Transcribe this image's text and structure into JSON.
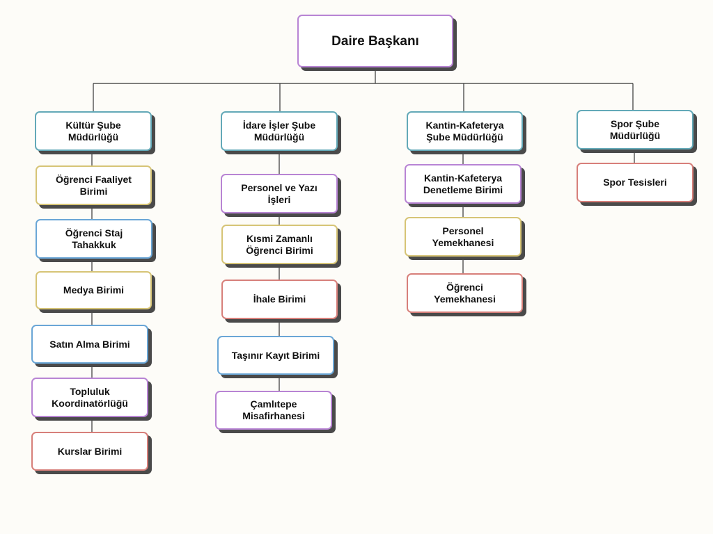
{
  "root": {
    "label": "Daire Başkanı",
    "color": "#b884d4"
  },
  "branches": [
    {
      "label": "Kültür Şube Müdürlüğü",
      "color": "#63a9b8",
      "children": [
        {
          "label": "Öğrenci Faaliyet Birimi",
          "color": "#d6c476"
        },
        {
          "label": "Öğrenci Staj Tahakkuk",
          "color": "#6aa6d6"
        },
        {
          "label": "Medya Birimi",
          "color": "#d6c476"
        },
        {
          "label": "Satın Alma Birimi",
          "color": "#6aa6d6"
        },
        {
          "label": "Topluluk Koordinatörlüğü",
          "color": "#b884d4"
        },
        {
          "label": "Kurslar Birimi",
          "color": "#d77f7a"
        }
      ]
    },
    {
      "label": "İdare İşler Şube Müdürlüğü",
      "color": "#63a9b8",
      "children": [
        {
          "label": "Personel ve Yazı İşleri",
          "color": "#b884d4"
        },
        {
          "label": "Kısmi Zamanlı Öğrenci Birimi",
          "color": "#d6c476"
        },
        {
          "label": "İhale Birimi",
          "color": "#d77f7a"
        },
        {
          "label": "Taşınır Kayıt Birimi",
          "color": "#6aa6d6"
        },
        {
          "label": "Çamlıtepe Misafirhanesi",
          "color": "#b884d4"
        }
      ]
    },
    {
      "label": "Kantin-Kafeterya Şube Müdürlüğü",
      "color": "#63a9b8",
      "children": [
        {
          "label": "Kantin-Kafeterya Denetleme Birimi",
          "color": "#b884d4"
        },
        {
          "label": "Personel Yemekhanesi",
          "color": "#d6c476"
        },
        {
          "label": "Öğrenci Yemekhanesi",
          "color": "#d77f7a"
        }
      ]
    },
    {
      "label": "Spor Şube Müdürlüğü",
      "color": "#63a9b8",
      "children": [
        {
          "label": "Spor Tesisleri",
          "color": "#d77f7a"
        }
      ]
    }
  ]
}
